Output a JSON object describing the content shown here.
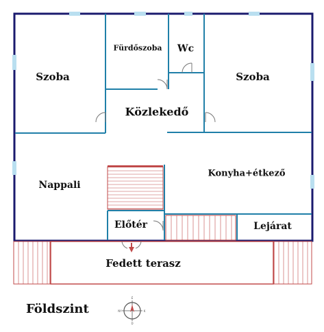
{
  "title": "Földszint",
  "rooms": {
    "szoba_left": "Szoba",
    "furdoszoba": "Fürdőszoba",
    "wc": "Wc",
    "szoba_right": "Szoba",
    "kozlekedo": "Közlekedő",
    "nappali": "Nappali",
    "konyha": "Konyha+étkező",
    "eloter": "Előtér",
    "lejarat": "Lejárat",
    "terasz": "Fedett terasz"
  },
  "compass": {
    "north": "É",
    "south": "D",
    "east": "K",
    "west": "NY"
  },
  "colors": {
    "outer_wall": "#1a1a6e",
    "inner_wall": "#1f7fa8",
    "window": "#b9dff0",
    "stairs": "#c04a4a",
    "door": "#777777"
  }
}
